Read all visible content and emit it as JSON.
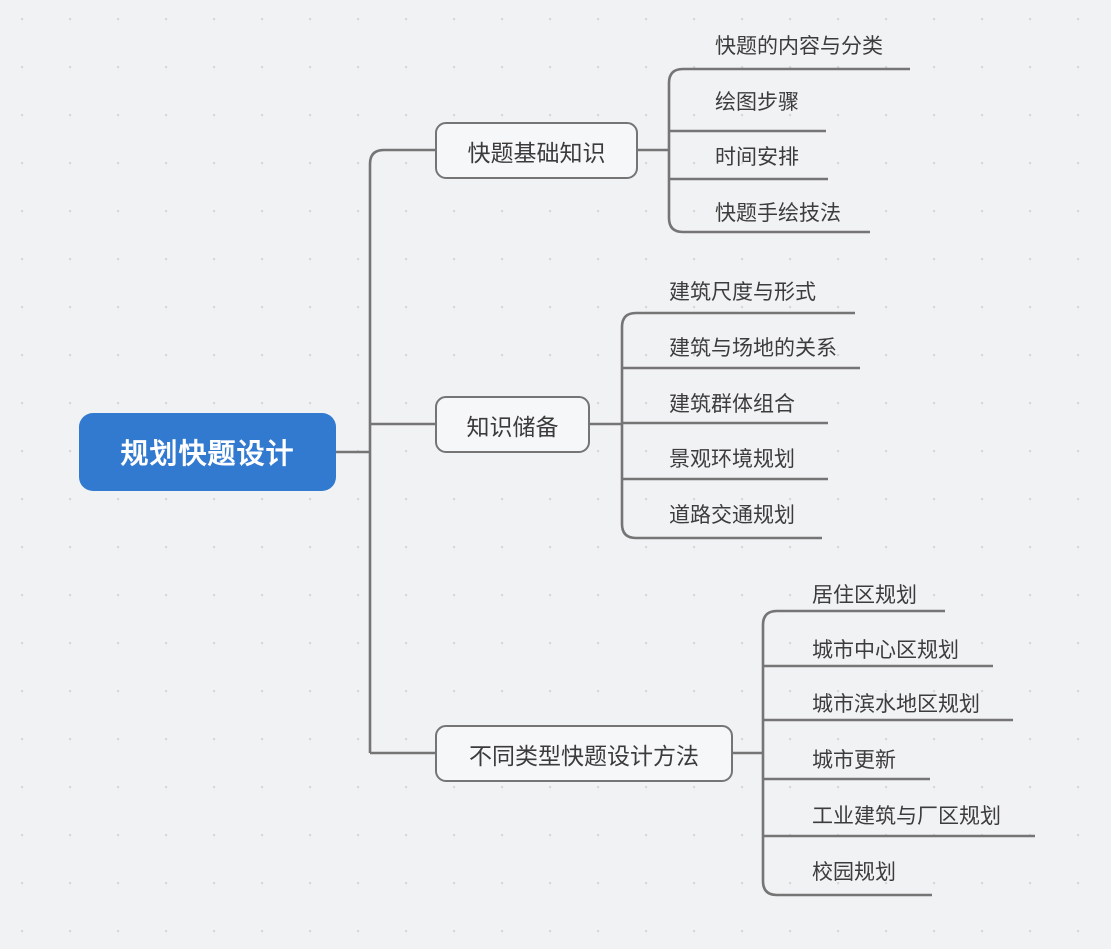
{
  "app": {
    "type": "mind-map",
    "background_color": "#f1f2f4",
    "dot_color": "#d6d7da",
    "line_color": "#757575",
    "root_fill": "#3279d0",
    "root_text_color": "#ffffff",
    "node_fill": "#f6f7f8",
    "node_text_color": "#3b3b3b"
  },
  "mindmap": {
    "root": {
      "label": "规划快题设计"
    },
    "branches": [
      {
        "label": "快题基础知识",
        "leaves": [
          {
            "label": "快题的内容与分类"
          },
          {
            "label": "绘图步骤"
          },
          {
            "label": "时间安排"
          },
          {
            "label": "快题手绘技法"
          }
        ]
      },
      {
        "label": "知识储备",
        "leaves": [
          {
            "label": "建筑尺度与形式"
          },
          {
            "label": "建筑与场地的关系"
          },
          {
            "label": "建筑群体组合"
          },
          {
            "label": "景观环境规划"
          },
          {
            "label": "道路交通规划"
          }
        ]
      },
      {
        "label": "不同类型快题设计方法",
        "leaves": [
          {
            "label": "居住区规划"
          },
          {
            "label": "城市中心区规划"
          },
          {
            "label": "城市滨水地区规划"
          },
          {
            "label": "城市更新"
          },
          {
            "label": "工业建筑与厂区规划"
          },
          {
            "label": "校园规划"
          }
        ]
      }
    ]
  }
}
